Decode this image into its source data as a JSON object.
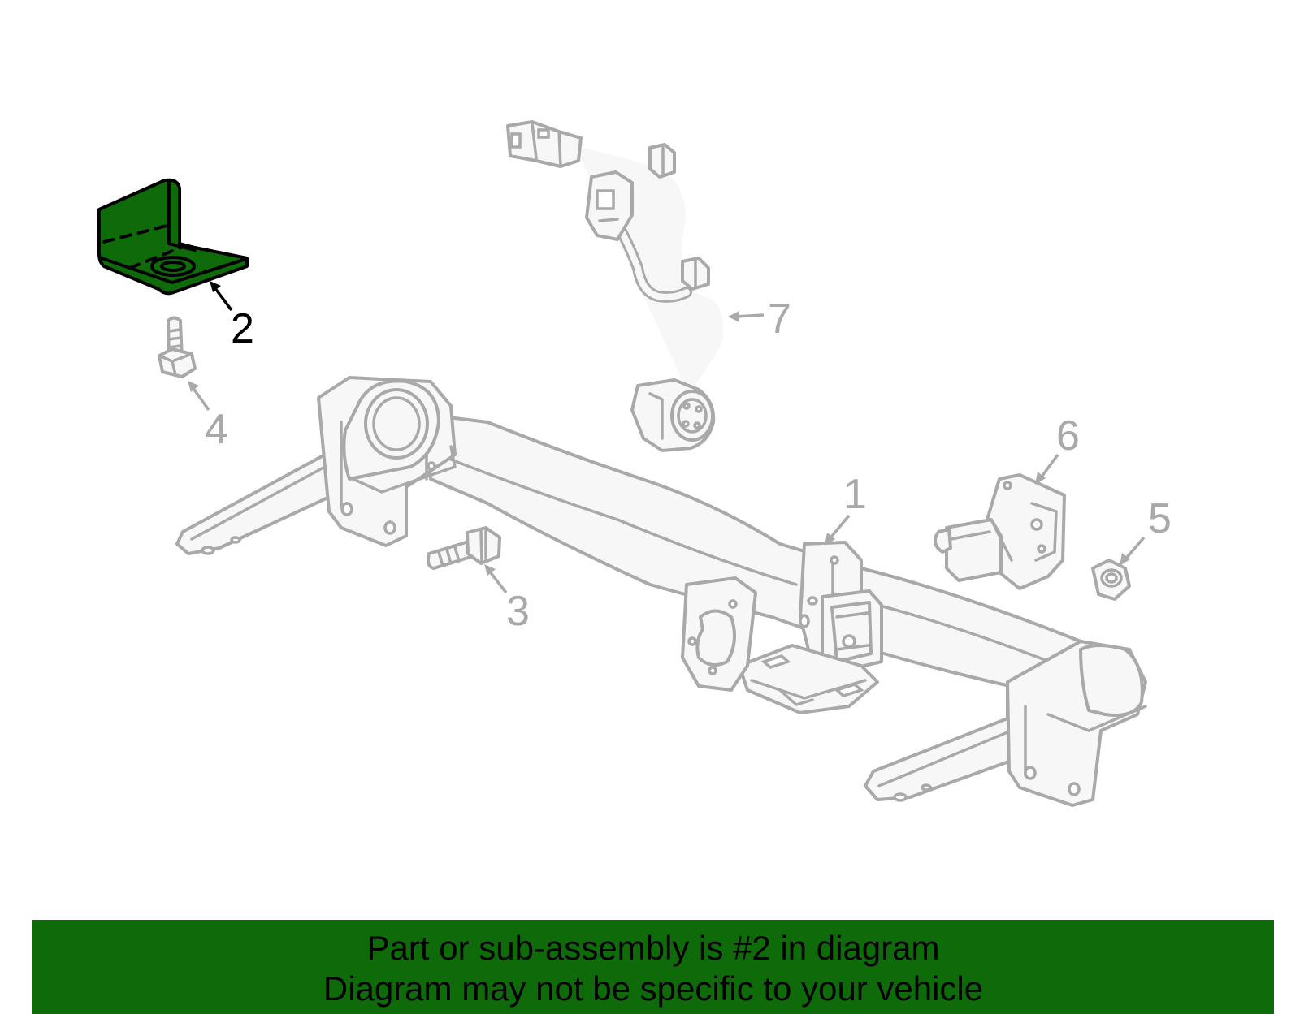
{
  "colors": {
    "highlight_fill": "#0f6b0a",
    "part_outline": "#a9a9a9",
    "highlight_outline": "#000000",
    "banner_background": "#0f6b0a",
    "banner_text": "#000000"
  },
  "callouts": [
    {
      "id": "1",
      "label": "1"
    },
    {
      "id": "2",
      "label": "2"
    },
    {
      "id": "3",
      "label": "3"
    },
    {
      "id": "4",
      "label": "4"
    },
    {
      "id": "5",
      "label": "5"
    },
    {
      "id": "6",
      "label": "6"
    },
    {
      "id": "7",
      "label": "7"
    }
  ],
  "highlighted_part": "2",
  "banner": {
    "line1": "Part or sub-assembly is #2 in diagram",
    "line2": "Diagram may not be specific to your vehicle"
  }
}
